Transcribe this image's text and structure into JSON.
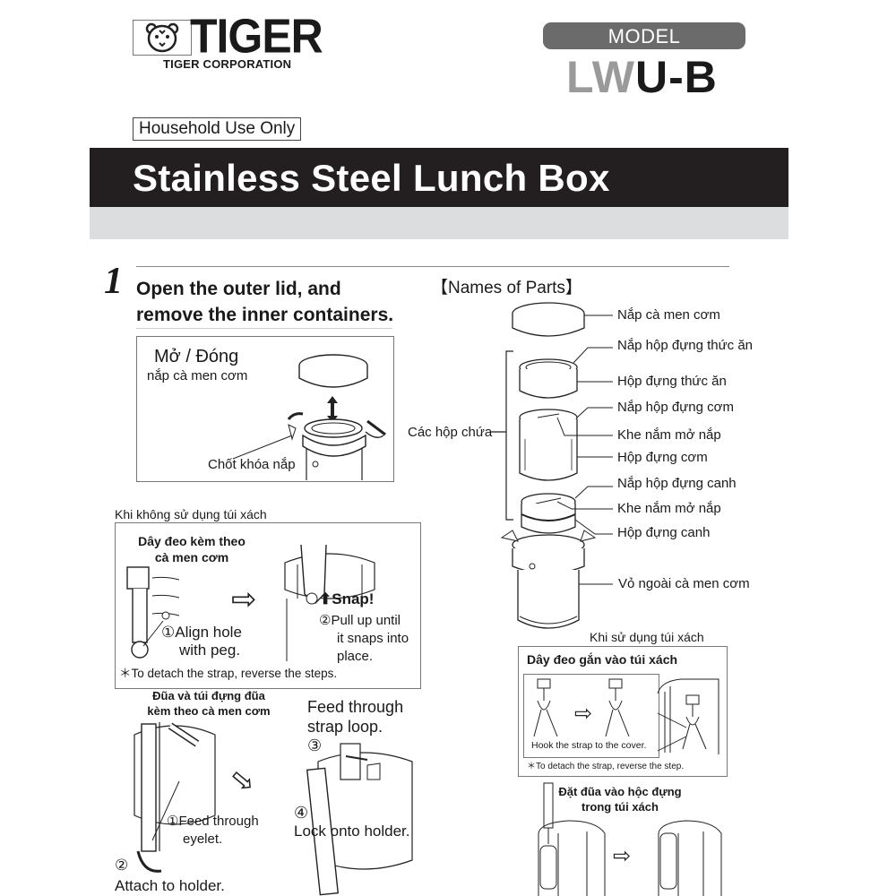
{
  "header": {
    "brand": "TIGER",
    "brand_sub": "TIGER CORPORATION",
    "model_label": "MODEL",
    "model_prefix": "LW",
    "model_suffix": "U-B",
    "household": "Household Use Only",
    "title": "Stainless Steel Lunch Box"
  },
  "step1": {
    "number": "1",
    "title_line1": "Open the outer lid, and",
    "title_line2": "remove the inner containers.",
    "open_close_title": "Mở / Đóng",
    "open_close_sub": "nắp cà men cơm",
    "lid_lock": "Chốt khóa nắp"
  },
  "parts": {
    "heading": "【Names of Parts】",
    "group_label": "Các hộp chứa",
    "labels": [
      "Nắp cà men cơm",
      "Nắp hộp đựng thức ăn",
      "Hộp đựng thức ăn",
      "Nắp hộp đựng cơm",
      "Khe nắm mở nắp",
      "Hộp đựng cơm",
      "Nắp hộp đựng canh",
      "Khe nắm mở nắp",
      "Hộp đựng canh",
      "Vỏ ngoài cà men cơm"
    ]
  },
  "no_bag": {
    "caption": "Khi không sử dụng túi xách",
    "strap_title_1": "Dây đeo kèm theo",
    "strap_title_2": "cà men cơm",
    "step1_a": "①Align hole",
    "step1_b": "with peg.",
    "snap": "Snap!",
    "step2_a": "②Pull up until",
    "step2_b": "it snaps into",
    "step2_c": "place.",
    "note": "＊To detach the strap, reverse the steps."
  },
  "chopsticks": {
    "title_1": "Đũa và túi đựng đũa",
    "title_2": "kèm theo cà men cơm",
    "feed_a": "①Feed through",
    "feed_b": "eyelet.",
    "attach_num": "②",
    "attach": "Attach to holder.",
    "strap_loop_a": "Feed through",
    "strap_loop_b": "strap loop.",
    "num3": "③",
    "num4": "④",
    "lock": "Lock onto holder."
  },
  "with_bag": {
    "caption": "Khi sử dụng túi xách",
    "title": "Dây đeo gắn vào túi xách",
    "hook": "Hook the strap to the cover.",
    "note": "＊To detach the strap, reverse the step.",
    "chop_title_1": "Đặt đũa vào hộc đựng",
    "chop_title_2": "trong túi xách"
  },
  "colors": {
    "title_bar": "#231f20",
    "grey_band": "#dcddde",
    "model_pill": "#6b6b6b",
    "model_grey": "#9a9a9a"
  }
}
